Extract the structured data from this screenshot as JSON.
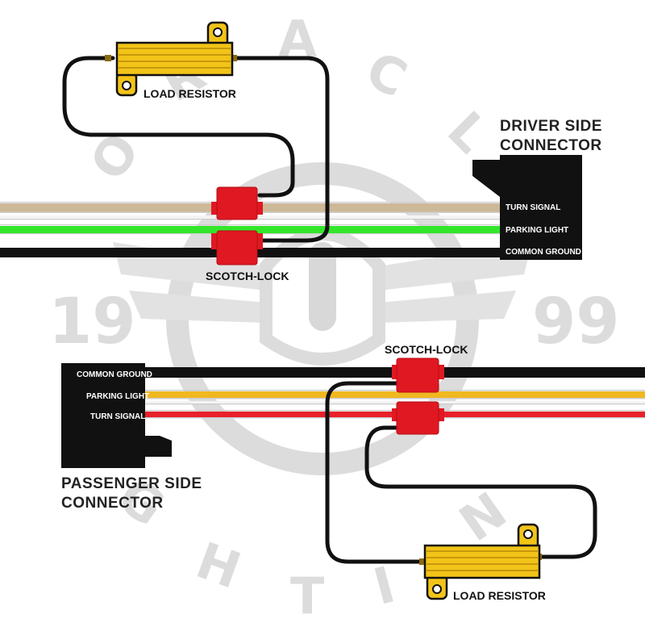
{
  "colors": {
    "wire_black": "#111111",
    "wire_green": "#33e62a",
    "wire_tan": "#cdb898",
    "wire_yellow": "#f0b820",
    "wire_red": "#e8202a",
    "scotch_lock": "#e01822",
    "resistor_gold": "#f2c418",
    "watermark": "#dcdcdc",
    "connector": "#111111"
  },
  "watermark": {
    "letters_top": [
      "O",
      "R",
      "A",
      "C",
      "L"
    ],
    "letters_bottom": [
      "G",
      "H",
      "T",
      "I",
      "N"
    ],
    "year_left": "19",
    "year_right": "99"
  },
  "driver": {
    "title_line1": "DRIVER SIDE",
    "title_line2": "CONNECTOR",
    "pins": [
      "TURN SIGNAL",
      "PARKING LIGHT",
      "COMMON GROUND"
    ],
    "resistor_label": "LOAD RESISTOR",
    "scotch_label": "SCOTCH-LOCK",
    "resistor_icon": "load-resistor-icon",
    "connector_icon": "connector-block-icon"
  },
  "passenger": {
    "title_line1": "PASSENGER SIDE",
    "title_line2": "CONNECTOR",
    "pins": [
      "COMMON GROUND",
      "PARKING LIGHT",
      "TURN SIGNAL"
    ],
    "resistor_label": "LOAD RESISTOR",
    "scotch_label": "SCOTCH-LOCK",
    "resistor_icon": "load-resistor-icon",
    "connector_icon": "connector-block-icon"
  }
}
